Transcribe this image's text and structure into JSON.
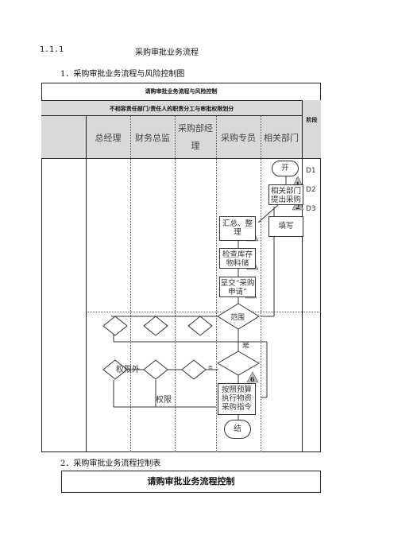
{
  "section": {
    "number": "1.1.1",
    "title": "采购审批业务流程"
  },
  "subtitle_1": "1．采购审批业务流程与风险控制图",
  "subtitle_2": "2．采购审批业务流程控制表",
  "table": {
    "title": "请购审批业务流程与风险控制",
    "subheader": "不相容责任部门/责任人的职责分工与审批权限划分",
    "stage_header": "阶段",
    "columns": [
      "总经理",
      "财务总监",
      "采购部经理",
      "采购专员",
      "相关部门"
    ]
  },
  "stages": [
    "D1",
    "D2",
    "D3"
  ],
  "flow": {
    "start": "开",
    "step1": "相关部门提出采购",
    "fill": "填写",
    "step2": "汇总、整理",
    "step3": "检查库存物料储",
    "step4": "呈交“采购申请”",
    "in_range": "范围",
    "step5": "按照预算执行物资采购指令",
    "end": "结",
    "label_out_of_authority": "权限外",
    "label_authority": "权限",
    "label_yes": "是",
    "label_no": "否",
    "badges": [
      "1",
      "2",
      "3",
      "4",
      "5",
      "6"
    ]
  },
  "bottom_table": {
    "title": "请购审批业务流程控制"
  }
}
